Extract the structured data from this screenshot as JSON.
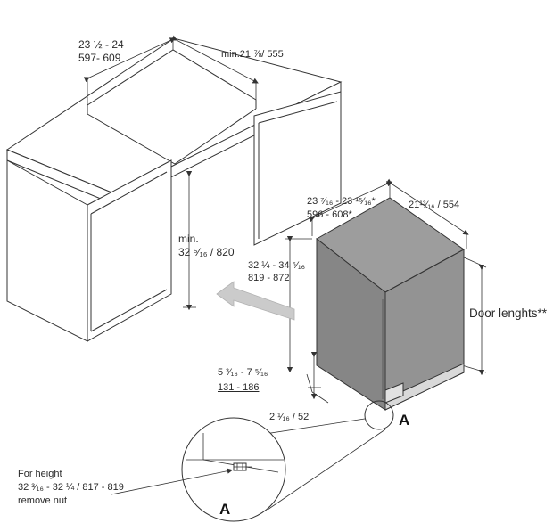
{
  "dimensions": {
    "niche_width_in": "23 ½ - 24",
    "niche_width_mm": "597- 609",
    "niche_depth": "min.21 ⅞/ 555",
    "niche_height_label": "min.",
    "niche_height_value": "32 ⁵⁄₁₆ / 820",
    "appliance_height_in": "32 ¼ - 34 ⁵⁄₁₆",
    "appliance_height_mm": "819 - 872",
    "appliance_width_in": "23 ⁷⁄₁₆ - 23 ¹⁵⁄₁₆*",
    "appliance_width_mm": "596 - 608*",
    "appliance_depth": "21¹³⁄₁₆ / 554",
    "plinth_in": "5 ³⁄₁₆ - 7 ⁵⁄₁₆",
    "plinth_mm": "131 - 186",
    "foot_offset": "2 ¹⁄₁₆ / 52",
    "door_lengths": "Door lenghts**"
  },
  "detail": {
    "callout_letter": "A",
    "detail_letter": "A",
    "note_line1": "For height",
    "note_line2": "32 ³⁄₁₆ - 32 ¼ / 817 - 819",
    "note_line3": "remove nut"
  },
  "colors": {
    "line": "#333333",
    "appliance": "#8d8d8d",
    "arrow": "#c8c8c8"
  }
}
